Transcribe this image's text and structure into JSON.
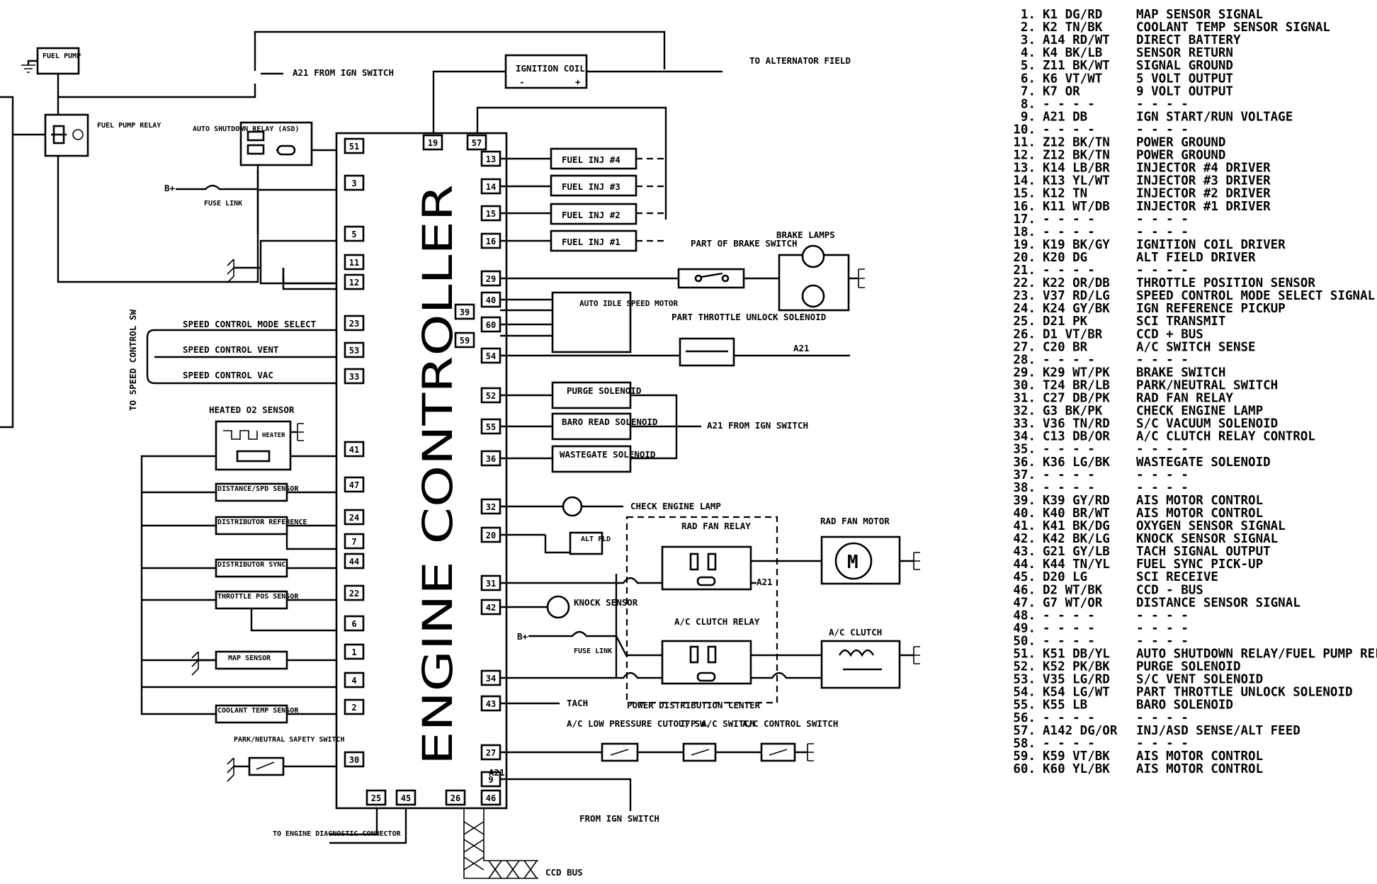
{
  "controller": {
    "label": "ENGINE CONTROLLER"
  },
  "left_pins": [
    "51",
    "3",
    "5",
    "11",
    "12",
    "23",
    "53",
    "33",
    "41",
    "47",
    "24",
    "7",
    "44",
    "22",
    "6",
    "1",
    "4",
    "2",
    "30"
  ],
  "right_pins": [
    "13",
    "14",
    "15",
    "16",
    "29",
    "40",
    "60",
    "54",
    "52",
    "55",
    "36",
    "32",
    "20",
    "31",
    "42",
    "34",
    "43",
    "27",
    "9"
  ],
  "side_pins": [
    "39",
    "59"
  ],
  "top_pins": [
    "19",
    "57"
  ],
  "bottom_pins": [
    "25",
    "45",
    "26",
    "46"
  ],
  "components": {
    "fuel_pump": "FUEL PUMP",
    "fuel_pump_relay": "FUEL PUMP RELAY",
    "asd_relay": "AUTO SHUTDOWN RELAY (ASD)",
    "a21_ign": "A21 FROM IGN SWITCH",
    "ignition_coil": "IGNITION COIL",
    "coil_minus": "-",
    "coil_plus": "+",
    "alternator": "TO ALTERNATOR FIELD",
    "b_plus": "B+",
    "fuse_link": "FUSE LINK",
    "inj4": "FUEL INJ #4",
    "inj3": "FUEL INJ #3",
    "inj2": "FUEL INJ #2",
    "inj1": "FUEL INJ #1",
    "brake_switch": "PART OF BRAKE SWITCH",
    "brake_lamps": "BRAKE LAMPS",
    "ais_motor": "AUTO IDLE SPEED MOTOR",
    "pt_unlock": "PART THROTTLE UNLOCK SOLENOID",
    "a21": "A21",
    "purge": "PURGE SOLENOID",
    "baro": "BARO READ SOLENOID",
    "wastegate": "WASTEGATE SOLENOID",
    "a21_ign2": "A21 FROM IGN SWITCH",
    "check_engine": "CHECK ENGINE LAMP",
    "alt_fld": "ALT FLD",
    "rad_fan_relay": "RAD FAN RELAY",
    "rad_fan_motor": "RAD FAN MOTOR",
    "motor_m": "M",
    "knock": "KNOCK SENSOR",
    "ac_clutch_relay": "A/C CLUTCH RELAY",
    "ac_clutch": "A/C CLUTCH",
    "pdc": "POWER DISTRIBUTION CENTER",
    "tach": "TACH",
    "ac_low_pressure": "A/C LOW PRESSURE CUTOUT SW.",
    "ip_ac_switch": "I/P A/C SWITCH",
    "ac_control_switch": "A/C CONTROL SWITCH",
    "from_ign": "FROM IGN SWITCH",
    "ccd_bus": "CCD BUS",
    "diag_connector": "TO ENGINE DIAGNOSTIC CONNECTOR",
    "speed_mode": "SPEED CONTROL MODE SELECT",
    "speed_vent": "SPEED CONTROL VENT",
    "speed_vac": "SPEED CONTROL VAC",
    "speed_sw": "TO SPEED CONTROL SW",
    "heated_o2": "HEATED O2 SENSOR",
    "heater": "HEATER",
    "distance_spd": "DISTANCE/SPD SENSOR",
    "dist_ref": "DISTRIBUTOR REFERENCE",
    "dist_sync": "DISTRIBUTOR SYNC",
    "throttle_pos": "THROTTLE POS SENSOR",
    "map_sensor": "MAP SENSOR",
    "coolant": "COOLANT TEMP SENSOR",
    "park_neutral": "PARK/NEUTRAL SAFETY SWITCH"
  },
  "legend": [
    {
      "n": "1.",
      "code": "K1 DG/RD",
      "desc": "MAP SENSOR SIGNAL"
    },
    {
      "n": "2.",
      "code": "K2 TN/BK",
      "desc": "COOLANT TEMP SENSOR SIGNAL"
    },
    {
      "n": "3.",
      "code": "A14 RD/WT",
      "desc": "DIRECT BATTERY"
    },
    {
      "n": "4.",
      "code": "K4 BK/LB",
      "desc": "SENSOR RETURN"
    },
    {
      "n": "5.",
      "code": "Z11 BK/WT",
      "desc": "SIGNAL GROUND"
    },
    {
      "n": "6.",
      "code": "K6 VT/WT",
      "desc": "5 VOLT OUTPUT"
    },
    {
      "n": "7.",
      "code": "K7 OR",
      "desc": "9 VOLT OUTPUT"
    },
    {
      "n": "8.",
      "code": "- - - -",
      "desc": "- - - -"
    },
    {
      "n": "9.",
      "code": "A21 DB",
      "desc": "IGN START/RUN VOLTAGE"
    },
    {
      "n": "10.",
      "code": "- - - -",
      "desc": "- - - -"
    },
    {
      "n": "11.",
      "code": "Z12 BK/TN",
      "desc": "POWER GROUND"
    },
    {
      "n": "12.",
      "code": "Z12 BK/TN",
      "desc": "POWER GROUND"
    },
    {
      "n": "13.",
      "code": "K14 LB/BR",
      "desc": "INJECTOR #4 DRIVER"
    },
    {
      "n": "14.",
      "code": "K13 YL/WT",
      "desc": "INJECTOR #3 DRIVER"
    },
    {
      "n": "15.",
      "code": "K12 TN",
      "desc": "INJECTOR #2 DRIVER"
    },
    {
      "n": "16.",
      "code": "K11 WT/DB",
      "desc": "INJECTOR #1 DRIVER"
    },
    {
      "n": "17.",
      "code": "- - - -",
      "desc": "- - - -"
    },
    {
      "n": "18.",
      "code": "- - - -",
      "desc": "- - - -"
    },
    {
      "n": "19.",
      "code": "K19 BK/GY",
      "desc": "IGNITION COIL DRIVER"
    },
    {
      "n": "20.",
      "code": "K20 DG",
      "desc": "ALT FIELD DRIVER"
    },
    {
      "n": "21.",
      "code": "- - - -",
      "desc": "- - - -"
    },
    {
      "n": "22.",
      "code": "K22 OR/DB",
      "desc": "THROTTLE POSITION SENSOR"
    },
    {
      "n": "23.",
      "code": "V37 RD/LG",
      "desc": "SPEED CONTROL MODE SELECT SIGNAL"
    },
    {
      "n": "24.",
      "code": "K24 GY/BK",
      "desc": "IGN REFERENCE PICKUP"
    },
    {
      "n": "25.",
      "code": "D21 PK",
      "desc": "SCI TRANSMIT"
    },
    {
      "n": "26.",
      "code": "D1 VT/BR",
      "desc": "CCD + BUS"
    },
    {
      "n": "27.",
      "code": "C20 BR",
      "desc": "A/C SWITCH SENSE"
    },
    {
      "n": "28.",
      "code": "- - - -",
      "desc": "- - - -"
    },
    {
      "n": "29.",
      "code": "K29 WT/PK",
      "desc": "BRAKE SWITCH"
    },
    {
      "n": "30.",
      "code": "T24 BR/LB",
      "desc": "PARK/NEUTRAL SWITCH"
    },
    {
      "n": "31.",
      "code": "C27 DB/PK",
      "desc": "RAD FAN RELAY"
    },
    {
      "n": "32.",
      "code": "G3 BK/PK",
      "desc": "CHECK ENGINE LAMP"
    },
    {
      "n": "33.",
      "code": "V36 TN/RD",
      "desc": "S/C VACUUM SOLENOID"
    },
    {
      "n": "34.",
      "code": "C13 DB/OR",
      "desc": "A/C CLUTCH RELAY CONTROL"
    },
    {
      "n": "35.",
      "code": "- - - -",
      "desc": "- - - -"
    },
    {
      "n": "36.",
      "code": "K36 LG/BK",
      "desc": "WASTEGATE SOLENOID"
    },
    {
      "n": "37.",
      "code": "- - - -",
      "desc": "- - - -"
    },
    {
      "n": "38.",
      "code": "- - - -",
      "desc": "- - - -"
    },
    {
      "n": "39.",
      "code": "K39 GY/RD",
      "desc": "AIS MOTOR CONTROL"
    },
    {
      "n": "40.",
      "code": "K40 BR/WT",
      "desc": "AIS MOTOR CONTROL"
    },
    {
      "n": "41.",
      "code": "K41 BK/DG",
      "desc": "OXYGEN SENSOR SIGNAL"
    },
    {
      "n": "42.",
      "code": "K42 BK/LG",
      "desc": "KNOCK SENSOR SIGNAL"
    },
    {
      "n": "43.",
      "code": "G21 GY/LB",
      "desc": "TACH SIGNAL OUTPUT"
    },
    {
      "n": "44.",
      "code": "K44 TN/YL",
      "desc": "FUEL SYNC PICK-UP"
    },
    {
      "n": "45.",
      "code": "D20 LG",
      "desc": "SCI RECEIVE"
    },
    {
      "n": "46.",
      "code": "D2 WT/BK",
      "desc": "CCD - BUS"
    },
    {
      "n": "47.",
      "code": "G7 WT/OR",
      "desc": "DISTANCE SENSOR SIGNAL"
    },
    {
      "n": "48.",
      "code": "- - - -",
      "desc": "- - - -"
    },
    {
      "n": "49.",
      "code": "- - - -",
      "desc": "- - - -"
    },
    {
      "n": "50.",
      "code": "- - - -",
      "desc": "- - - -"
    },
    {
      "n": "51.",
      "code": "K51 DB/YL",
      "desc": "AUTO SHUTDOWN RELAY/FUEL PUMP RELAY"
    },
    {
      "n": "52.",
      "code": "K52 PK/BK",
      "desc": "PURGE SOLENOID"
    },
    {
      "n": "53.",
      "code": "V35 LG/RD",
      "desc": "S/C VENT SOLENOID"
    },
    {
      "n": "54.",
      "code": "K54 LG/WT",
      "desc": "PART THROTTLE UNLOCK SOLENOID"
    },
    {
      "n": "55.",
      "code": "K55 LB",
      "desc": "BARO SOLENOID"
    },
    {
      "n": "56.",
      "code": "- - - -",
      "desc": "- - - -"
    },
    {
      "n": "57.",
      "code": "A142 DG/OR",
      "desc": "INJ/ASD SENSE/ALT FEED"
    },
    {
      "n": "58.",
      "code": "- - - -",
      "desc": "- - - -"
    },
    {
      "n": "59.",
      "code": "K59 VT/BK",
      "desc": "AIS MOTOR CONTROL"
    },
    {
      "n": "60.",
      "code": "K60 YL/BK",
      "desc": "AIS MOTOR CONTROL"
    }
  ]
}
